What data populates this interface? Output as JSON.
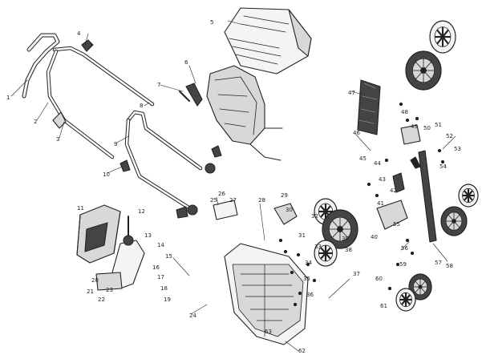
{
  "diagram": {
    "title": "",
    "colors": {
      "ink": "#222222",
      "fill_light": "#f4f4f4",
      "fill_mid": "#d8d8d8",
      "fill_dark": "#444444"
    },
    "labels": [
      "1",
      "2",
      "3",
      "4",
      "5",
      "6",
      "7",
      "8",
      "9",
      "10",
      "11",
      "12",
      "13",
      "14",
      "15",
      "16",
      "17",
      "18",
      "19",
      "20",
      "21",
      "22",
      "23",
      "24",
      "25",
      "26",
      "27",
      "28",
      "29",
      "30",
      "31",
      "32",
      "33",
      "34",
      "35",
      "36",
      "37",
      "38",
      "39",
      "40",
      "41",
      "42",
      "43",
      "44",
      "45",
      "46",
      "47",
      "48",
      "49",
      "50",
      "51",
      "52",
      "53",
      "54",
      "55",
      "56",
      "57",
      "58",
      "59",
      "60",
      "61",
      "62",
      "63"
    ]
  }
}
